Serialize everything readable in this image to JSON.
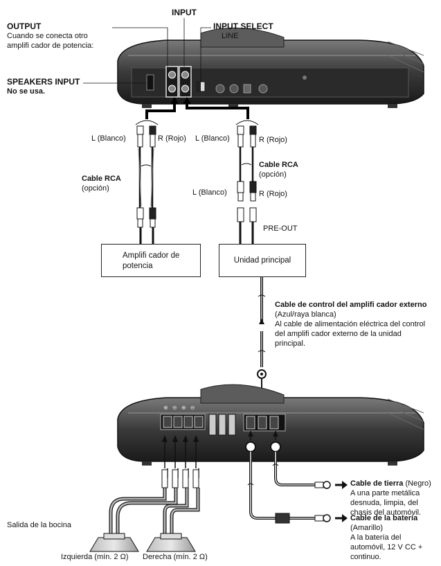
{
  "top_amp": {
    "output": {
      "title": "OUTPUT",
      "desc_1": "Cuando se conecta otro",
      "desc_2": "amplifi cador de potencia:"
    },
    "input": "INPUT",
    "input_select": {
      "title": "INPUT SELECT",
      "value": "LINE"
    },
    "speakers_input": {
      "title": "SPEAKERS INPUT",
      "note": "No se usa."
    }
  },
  "rca_left": {
    "l_label": "L (Blanco)",
    "r_label": "R (Rojo)",
    "cable_title": "Cable RCA",
    "cable_note": "(opción)"
  },
  "rca_right": {
    "l_label_top": "L (Blanco)",
    "r_label_top": "R (Rojo)",
    "cable_title": "Cable RCA",
    "cable_note": "(opción)",
    "l_label_bottom": "L (Blanco)",
    "r_label_bottom": "R (Rojo)",
    "pre_out": "PRE-OUT"
  },
  "boxes": {
    "power_amp_1": "Amplifi cador de",
    "power_amp_2": "potencia",
    "head_unit": "Unidad principal"
  },
  "remote_cable": {
    "title": "Cable de control del amplifi cador externo",
    "color": "(Azul/raya blanca)",
    "desc_1": "Al cable de alimentación eléctrica del control",
    "desc_2": "del amplifi cador externo de la unidad",
    "desc_3": "principal."
  },
  "bottom_amp": {
    "terminal_marks": "⊕ ⊖ ⊕ ⊖"
  },
  "ground_cable": {
    "title": "Cable de tierra",
    "color": "(Negro)",
    "desc_1": "A una parte metálica",
    "desc_2": "desnuda, limpia, del",
    "desc_3": "chasis del automóvil."
  },
  "battery_cable": {
    "title": "Cable de la batería",
    "color": "(Amarillo)",
    "desc_1": "A la batería del",
    "desc_2": "automóvil, 12 V CC +",
    "desc_3": "continuo."
  },
  "speakers": {
    "output_label": "Salida de la bocina",
    "left_label": "Izquierda (mín. 2 Ω)",
    "right_label": "Derecha (mín. 2 Ω)"
  }
}
